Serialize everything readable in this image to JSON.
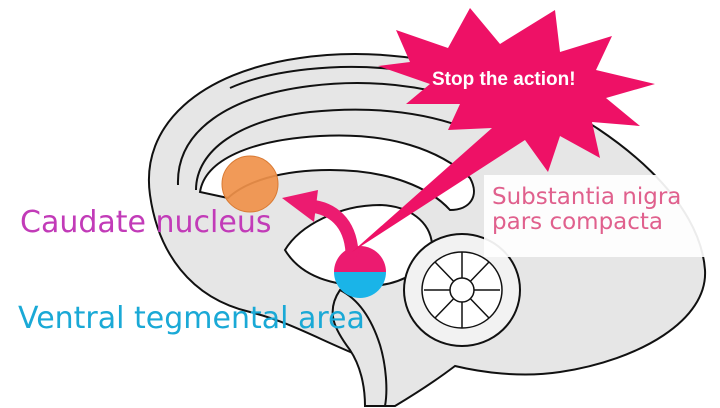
{
  "labels": {
    "caudate": "Caudate nucleus",
    "vta": "Ventral tegmental area",
    "snpc_line1": "Substantia nigra",
    "snpc_line2": "pars compacta",
    "stop": "Stop the action!"
  },
  "colors": {
    "caudate_text": "#c23bb8",
    "caudate_region": "#f0914a",
    "vta_text": "#1aa9d6",
    "vta_region": "#1ab4e8",
    "snpc_text": "#e0608d",
    "snpc_region": "#ec1b70",
    "burst": "#ee1166",
    "arrow": "#ec1b70",
    "brain_fill": "#e6e6e6",
    "outline": "#111111"
  }
}
